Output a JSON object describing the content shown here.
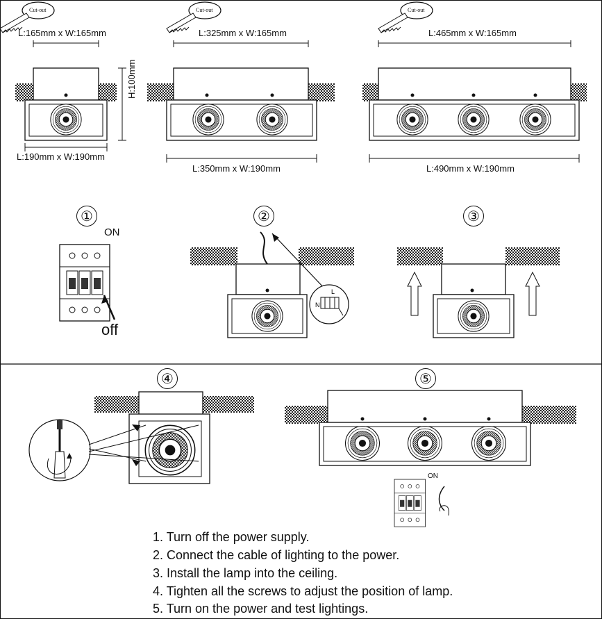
{
  "badges": {
    "cutout": "Cut-out"
  },
  "dimensions": {
    "d1_top": "L:165mm x W:165mm",
    "d1_bottom": "L:190mm x W:190mm",
    "d1_height": "H:100mm",
    "d2_top": "L:325mm x W:165mm",
    "d2_bottom": "L:350mm x W:190mm",
    "d3_top": "L:465mm x W:165mm",
    "d3_bottom": "L:490mm x W:190mm"
  },
  "steps": {
    "s1": "①",
    "s2": "②",
    "s3": "③",
    "s4": "④",
    "s5": "⑤"
  },
  "labels": {
    "on": "ON",
    "off": "off",
    "on_small": "ON",
    "wire_n": "N",
    "wire_l": "L"
  },
  "instructions": [
    "1. Turn off the power supply.",
    "2. Connect the cable of lighting to the power.",
    "3. Install the lamp into the ceiling.",
    "4. Tighten all the screws to adjust the position of lamp.",
    "5. Turn on the power and test lightings."
  ]
}
